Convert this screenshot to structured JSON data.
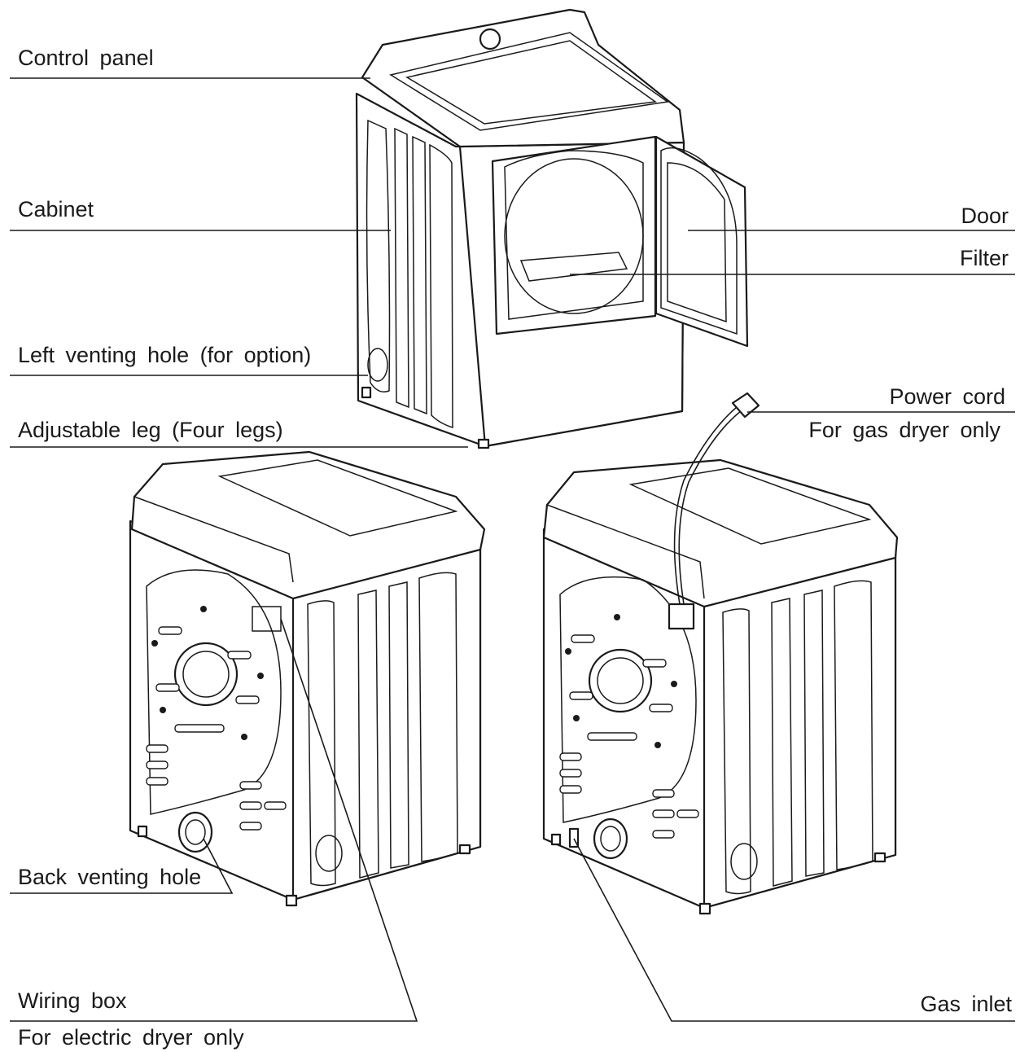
{
  "labels": {
    "control_panel": "Control panel",
    "cabinet": "Cabinet",
    "left_venting_hole": "Left venting hole (for option)",
    "adjustable_leg": "Adjustable leg (Four legs)",
    "door": "Door",
    "filter": "Filter",
    "power_cord": "Power cord",
    "power_cord_note": "For gas dryer only",
    "back_venting_hole": "Back venting hole",
    "wiring_box": "Wiring box",
    "wiring_box_note": "For electric dryer only",
    "gas_inlet": "Gas inlet"
  }
}
